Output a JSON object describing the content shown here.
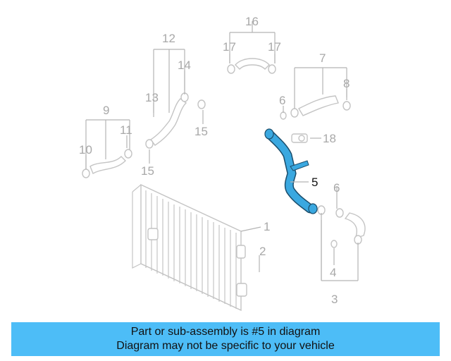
{
  "diagram": {
    "callouts": {
      "c1": "1",
      "c2": "2",
      "c3": "3",
      "c4": "4",
      "c5": "5",
      "c6a": "6",
      "c6b": "6",
      "c7": "7",
      "c8": "8",
      "c9": "9",
      "c10": "10",
      "c11": "11",
      "c12": "12",
      "c13": "13",
      "c14": "14",
      "c15a": "15",
      "c15b": "15",
      "c16": "16",
      "c17a": "17",
      "c17b": "17",
      "c18": "18"
    },
    "highlight_color": "#3aa8e0",
    "part_color": "#c4c4c4"
  },
  "banner": {
    "line1": "Part or sub-assembly is #5 in diagram",
    "line2": "Diagram may not be specific to your vehicle",
    "background": "#4dbdf7"
  }
}
